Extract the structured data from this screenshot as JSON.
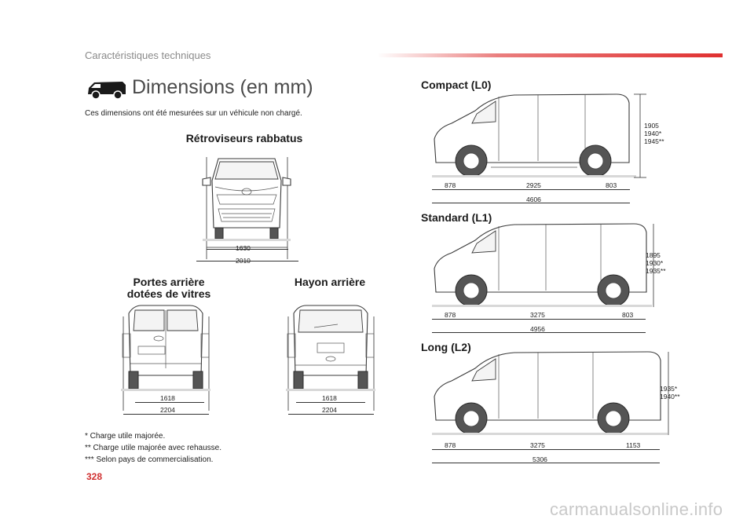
{
  "header": {
    "section": "Caractéristiques techniques",
    "accent": "#e03030"
  },
  "title": {
    "text": "Dimensions (en mm)",
    "icon": "van-icon"
  },
  "intro": "Ces dimensions ont été mesurées sur un véhicule non chargé.",
  "front": {
    "heading": "Rétroviseurs rabbatus",
    "width_inner": "1630",
    "width_outer": "2010"
  },
  "rear_doors": {
    "heading_line1": "Portes arrière",
    "heading_line2": "dotées de vitres",
    "width_inner": "1618",
    "width_outer": "2204"
  },
  "tailgate": {
    "heading": "Hayon arrière",
    "width_inner": "1618",
    "width_outer": "2204"
  },
  "compact": {
    "heading": "Compact (L0)",
    "overhang_front": "878",
    "wheelbase": "2925",
    "overhang_rear": "803",
    "length": "4606",
    "heights": [
      "1905",
      "1940*",
      "1945**"
    ]
  },
  "standard": {
    "heading": "Standard (L1)",
    "overhang_front": "878",
    "wheelbase": "3275",
    "overhang_rear": "803",
    "length": "4956",
    "heights": [
      "1895",
      "1930*",
      "1935**"
    ]
  },
  "long": {
    "heading": "Long (L2)",
    "overhang_front": "878",
    "wheelbase": "3275",
    "overhang_rear": "1153",
    "length": "5306",
    "heights": [
      "1935*",
      "1940**"
    ]
  },
  "notes": [
    "* Charge utile majorée.",
    "** Charge utile majorée avec rehausse.",
    "*** Selon pays de commercialisation."
  ],
  "page_number": "328",
  "watermark": "carmanualsonline.info"
}
